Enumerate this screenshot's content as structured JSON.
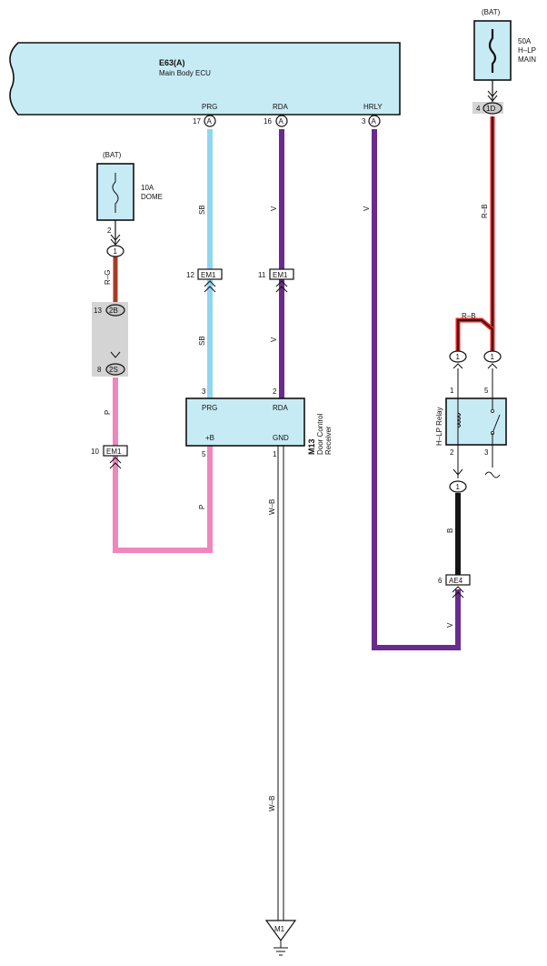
{
  "ecu": {
    "code": "E63(A)",
    "name": "Main Body ECU",
    "pins": [
      {
        "name": "PRG",
        "num": "17",
        "conn": "A"
      },
      {
        "name": "RDA",
        "num": "16",
        "conn": "A"
      },
      {
        "name": "HRLY",
        "num": "3",
        "conn": "A"
      }
    ]
  },
  "fuse_dome": {
    "source": "(BAT)",
    "amp": "10A",
    "name": "DOME",
    "pin": "2"
  },
  "fuse_hlp": {
    "source": "(BAT)",
    "amp": "50A",
    "name1": "H–LP",
    "name2": "MAIN"
  },
  "receiver": {
    "code": "M13",
    "name1": "Door Control",
    "name2": "Receiver",
    "pins": {
      "prg": "PRG",
      "rda": "RDA",
      "b": "+B",
      "gnd": "GND",
      "prg_num": "3",
      "rda_num": "2",
      "b_num": "5",
      "gnd_num": "1"
    }
  },
  "relay": {
    "name": "H–LP Relay",
    "p1": "1",
    "p2": "2",
    "p3": "3",
    "p5": "5"
  },
  "connectors": {
    "c_1d": "1D",
    "c_1d_num": "4",
    "c_1_dome": "1",
    "c_2b": "2B",
    "c_2b_num": "13",
    "c_2s": "2S",
    "c_2s_num": "8",
    "em1_left": "EM1",
    "em1_left_num": "10",
    "em1_sb": "EM1",
    "em1_sb_num": "12",
    "em1_v": "EM1",
    "em1_v_num": "11",
    "c_relay1": "1",
    "c_relay2": "1",
    "c_relay_out": "1",
    "ae4": "AE4",
    "ae4_num": "6"
  },
  "wires": {
    "rg": "R–G",
    "p_top": "P",
    "p_bottom": "P",
    "sb_top": "SB",
    "sb_bottom": "SB",
    "v_top": "V",
    "v_mid": "V",
    "v_hrly": "V",
    "v_right": "V",
    "rb_top": "R–B",
    "rb_mid": "R–B",
    "wb_top": "W–B",
    "wb_bottom": "W–B",
    "b": "B"
  },
  "ground": {
    "code": "M1"
  },
  "colors": {
    "sky": "#8fd6f0",
    "purple": "#6a2a8f",
    "pink": "#ef86bd",
    "red": "#e02020",
    "black": "#151515",
    "box": "#c7ebf5"
  }
}
